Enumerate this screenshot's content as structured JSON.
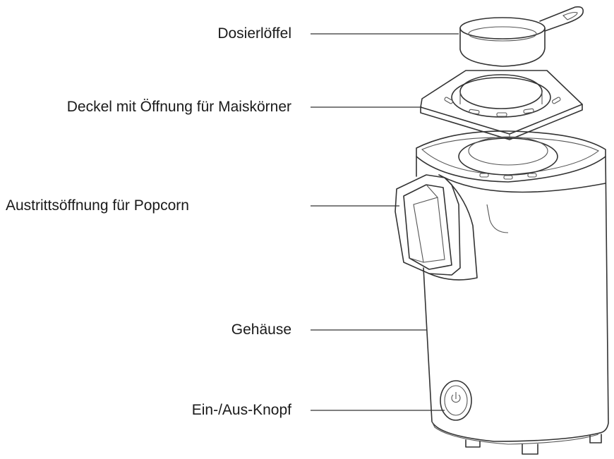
{
  "diagram": {
    "labels": [
      {
        "id": "measuring-spoon",
        "text": "Dosierlöffel"
      },
      {
        "id": "lid",
        "text": "Deckel mit Öffnung für Maiskörner"
      },
      {
        "id": "popcorn-outlet",
        "text": "Austrittsöffnung für Popcorn"
      },
      {
        "id": "housing",
        "text": "Gehäuse"
      },
      {
        "id": "power-button",
        "text": "Ein-/Aus-Knopf"
      }
    ]
  }
}
